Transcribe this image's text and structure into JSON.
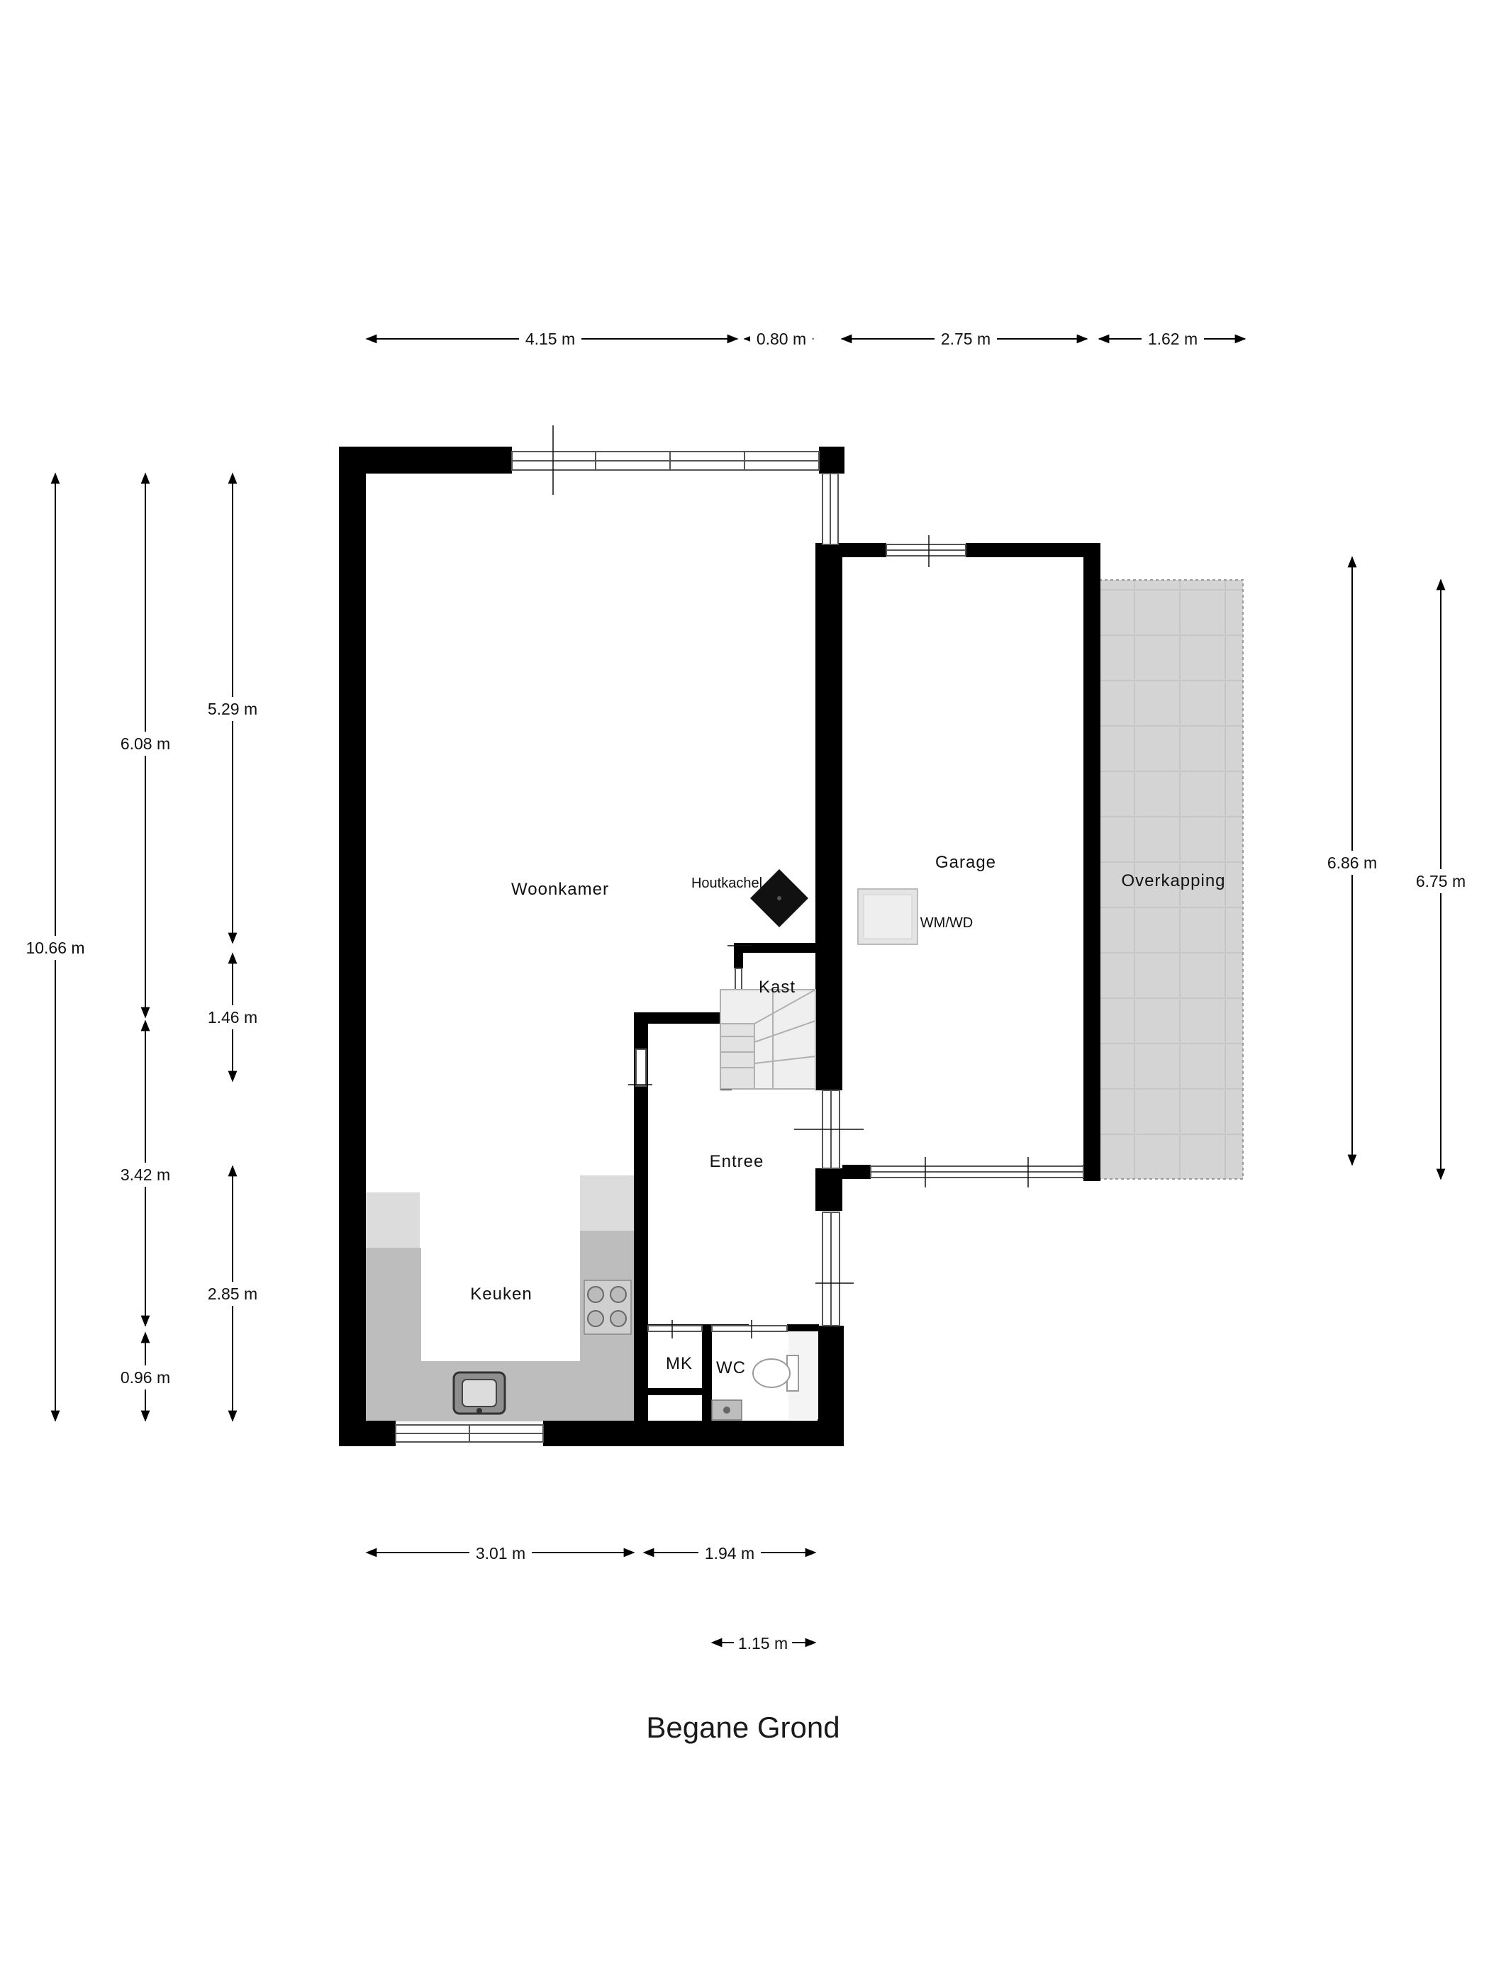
{
  "title": "Begane Grond",
  "rooms": {
    "woonkamer": "Woonkamer",
    "keuken": "Keuken",
    "entree": "Entree",
    "kast": "Kast",
    "garage": "Garage",
    "overkapping": "Overkapping",
    "mk": "MK",
    "wc": "WC"
  },
  "fixtures": {
    "houtkachel": "Houtkachel",
    "wmwd": "WM/WD"
  },
  "dimensions": {
    "top": [
      "4.15 m",
      "0.80 m",
      "2.75 m",
      "1.62 m"
    ],
    "left_total": "10.66 m",
    "left_col2": [
      "6.08 m",
      "3.42 m",
      "0.96 m"
    ],
    "left_col3": [
      "5.29 m",
      "1.46 m",
      "2.85 m"
    ],
    "right": [
      "6.86 m",
      "6.75 m"
    ],
    "bottom": [
      "3.01 m",
      "1.94 m"
    ],
    "bottom2": "1.15 m"
  },
  "colors": {
    "wall": "#000000",
    "counter": "#bdbdbd",
    "overkapping": "#d3d3d3"
  }
}
